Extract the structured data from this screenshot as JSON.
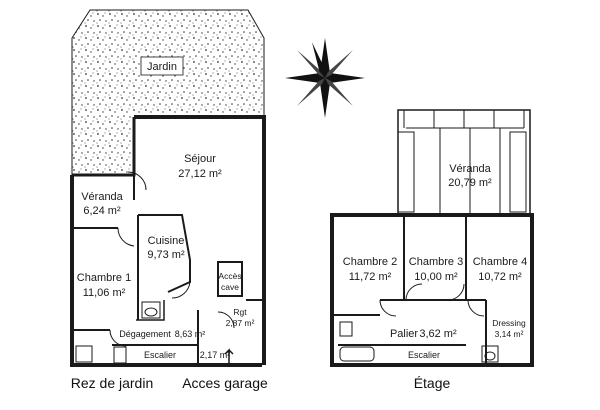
{
  "garden": {
    "label": "Jardin"
  },
  "ground_floor": {
    "title": "Rez de jardin",
    "garage_title": "Acces garage",
    "rooms": [
      {
        "name": "Séjour",
        "area": "27,12 m²"
      },
      {
        "name": "Véranda",
        "area": "6,24 m²"
      },
      {
        "name": "Cuisine",
        "area": "9,73 m²"
      },
      {
        "name": "Chambre 1",
        "area": "11,06 m²"
      },
      {
        "name": "Rgt",
        "area": "2,87 m²"
      },
      {
        "name": "Dégagement",
        "area": "8,63 m²"
      },
      {
        "name": "Escalier",
        "area": ""
      },
      {
        "name": "",
        "area": "2,17 m²"
      }
    ],
    "cave_access_line1": "Accès",
    "cave_access_line2": "cave"
  },
  "upper_floor": {
    "title": "Étage",
    "rooms": [
      {
        "name": "Véranda",
        "area": "20,79 m²"
      },
      {
        "name": "Chambre 2",
        "area": "11,72 m²"
      },
      {
        "name": "Chambre 3",
        "area": "10,00 m²"
      },
      {
        "name": "Chambre 4",
        "area": "10,72 m²"
      },
      {
        "name": "Palier",
        "area": "3,62 m²"
      },
      {
        "name": "Dressing",
        "area": "3,14 m²"
      },
      {
        "name": "Escalier",
        "area": ""
      }
    ]
  }
}
